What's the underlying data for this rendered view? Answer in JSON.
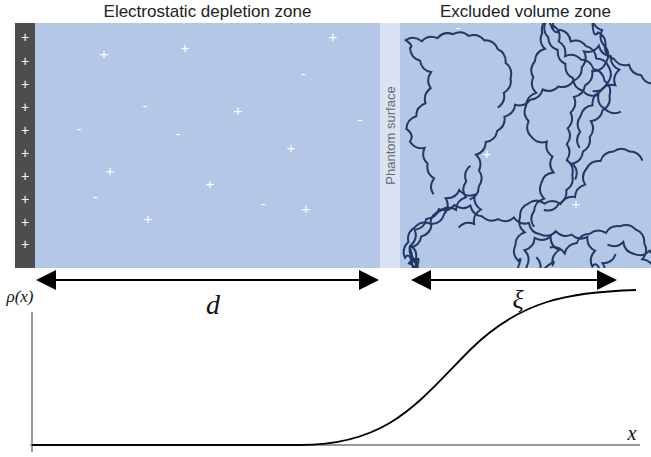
{
  "diagram": {
    "nodes": [
      {
        "text": [
          "Electrostatic depletion zone"
        ]
      },
      {
        "text": [
          "Phantom surface"
        ]
      },
      {
        "text": [
          "Excluded volume zone"
        ]
      }
    ],
    "labels": [
      "+",
      "+",
      "+",
      "+",
      "+",
      "+",
      "+",
      "+",
      "+",
      "+",
      "+",
      "+",
      "+",
      "+",
      "+",
      "+",
      "+",
      "+",
      "+",
      "-",
      "-",
      "-",
      "-",
      "-",
      "-",
      "-",
      "-",
      "+",
      "+",
      "d",
      "ξ",
      "ρ(x)",
      "x"
    ]
  }
}
